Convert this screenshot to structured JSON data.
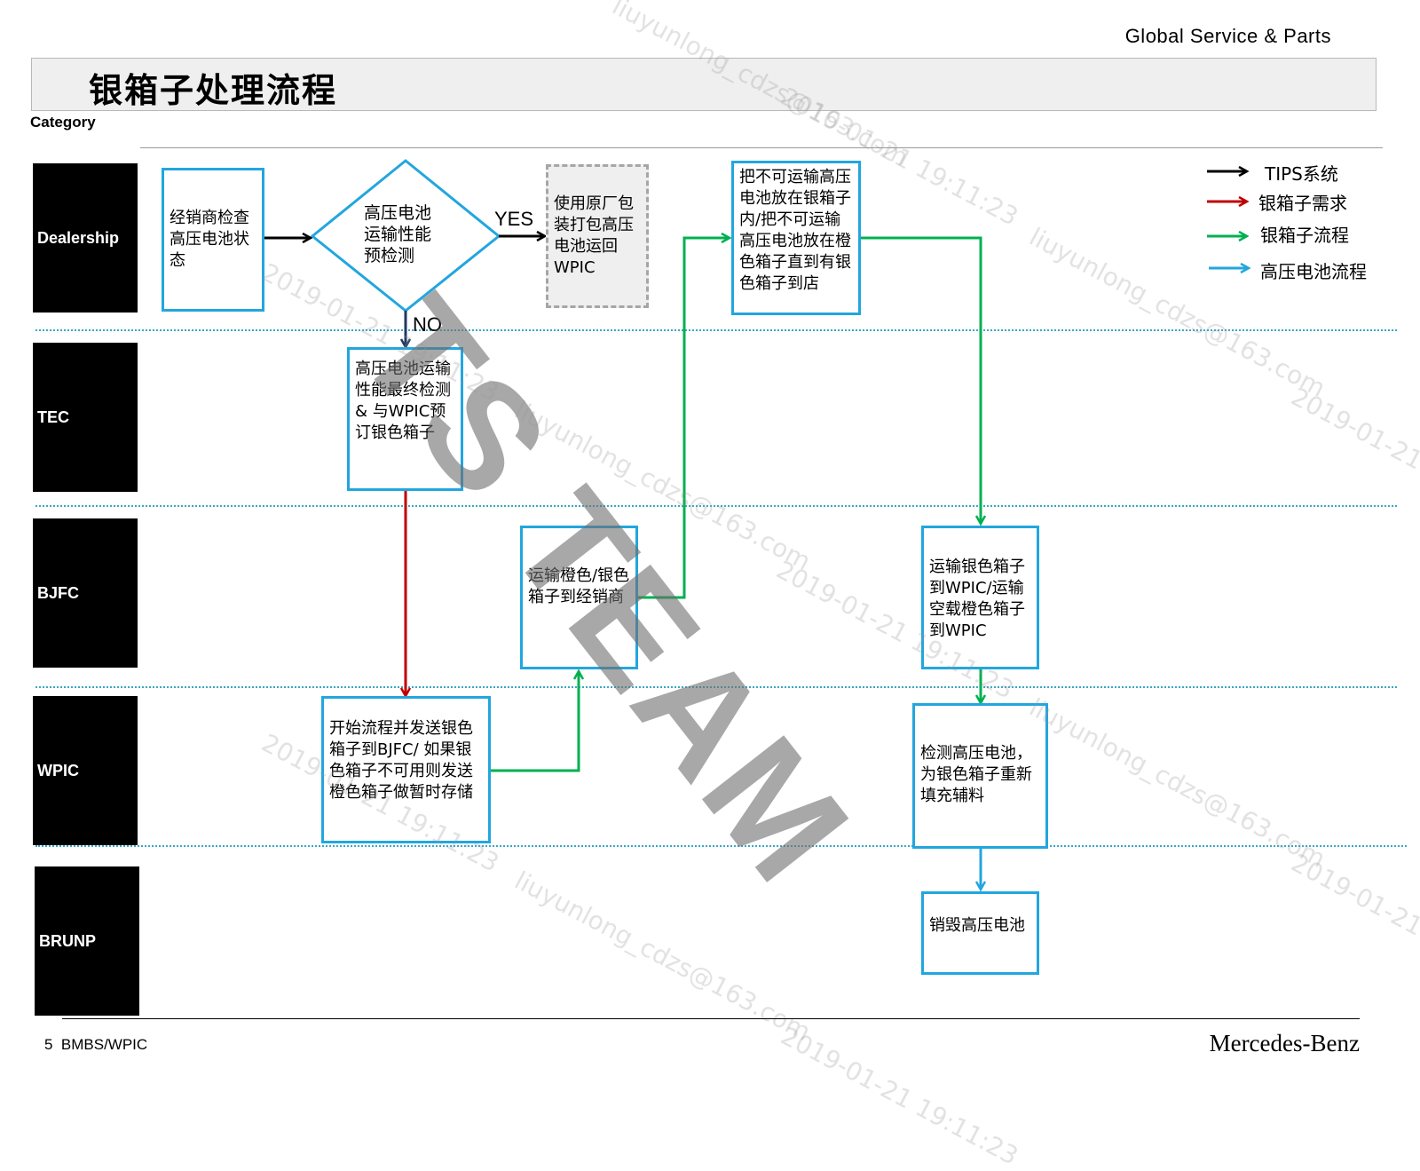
{
  "header": {
    "brand": "Global Service & Parts",
    "title": "银箱子处理流程",
    "category": "Category"
  },
  "lanes": [
    "Dealership",
    "TEC",
    "BJFC",
    "WPIC",
    "BRUNP"
  ],
  "nodes": {
    "dealer_check": "经销商检查高压电池状态",
    "pre_check": "高压电池运输性能预检测",
    "oem_pack": "使用原厂包装打包高压电池运回WPIC",
    "store_battery": "把不可运输高压电池放在银箱子内/把不可运输高压电池放在橙色箱子直到有银色箱子到店",
    "tec_final": "高压电池运输性能最终检测& 与WPIC预订银色箱子",
    "bjfc_transport": "运输橙色/银色箱子到经销商",
    "bjfc_return": "运输银色箱子到WPIC/运输空载橙色箱子到WPIC",
    "wpic_start": "开始流程并发送银色箱子到BJFC/ 如果银色箱子不可用则发送橙色箱子做暂时存储",
    "wpic_inspect": "检测高压电池，为银色箱子重新填充辅料",
    "brunp_destroy": "销毁高压电池"
  },
  "decision": {
    "yes": "YES",
    "no": "NO"
  },
  "legend": [
    {
      "label": "TIPS系统",
      "color": "#000000"
    },
    {
      "label": "银箱子需求",
      "color": "#c00000"
    },
    {
      "label": "银箱子流程",
      "color": "#00b050"
    },
    {
      "label": "高压电池流程",
      "color": "#22a6de"
    }
  ],
  "colors": {
    "box_border": "#22a6de",
    "tips": "#000000",
    "demand": "#c00000",
    "flow": "#00b050",
    "battery": "#22a6de",
    "no_arrow": "#1f3864"
  },
  "watermark": {
    "big": "TS TEAM",
    "email": "liuyunlong_cdzs@163.com",
    "time": "2019-01-21 19:11:23"
  },
  "footer": {
    "left": "5  BMBS/WPIC",
    "right": "Mercedes-Benz"
  }
}
